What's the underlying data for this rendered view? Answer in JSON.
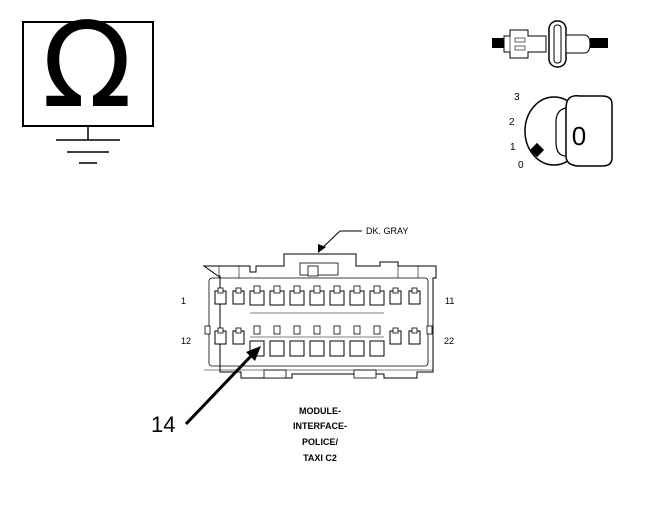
{
  "symbols": {
    "ohm_glyph": "Ω",
    "key_cylinder_value": "0",
    "key_positions": [
      "3",
      "2",
      "1",
      "0"
    ]
  },
  "connector": {
    "wire_color": "DK. GRAY",
    "pin_labels": {
      "top_left": "1",
      "top_right": "11",
      "bottom_left": "12",
      "bottom_right": "22"
    },
    "callout": "14",
    "name_lines": [
      "MODULE-",
      "INTERFACE-",
      "POLICE/",
      "TAXI C2"
    ]
  },
  "icons": [
    "ohmmeter-icon",
    "fuse-icon",
    "ignition-key-icon",
    "connector-face"
  ]
}
